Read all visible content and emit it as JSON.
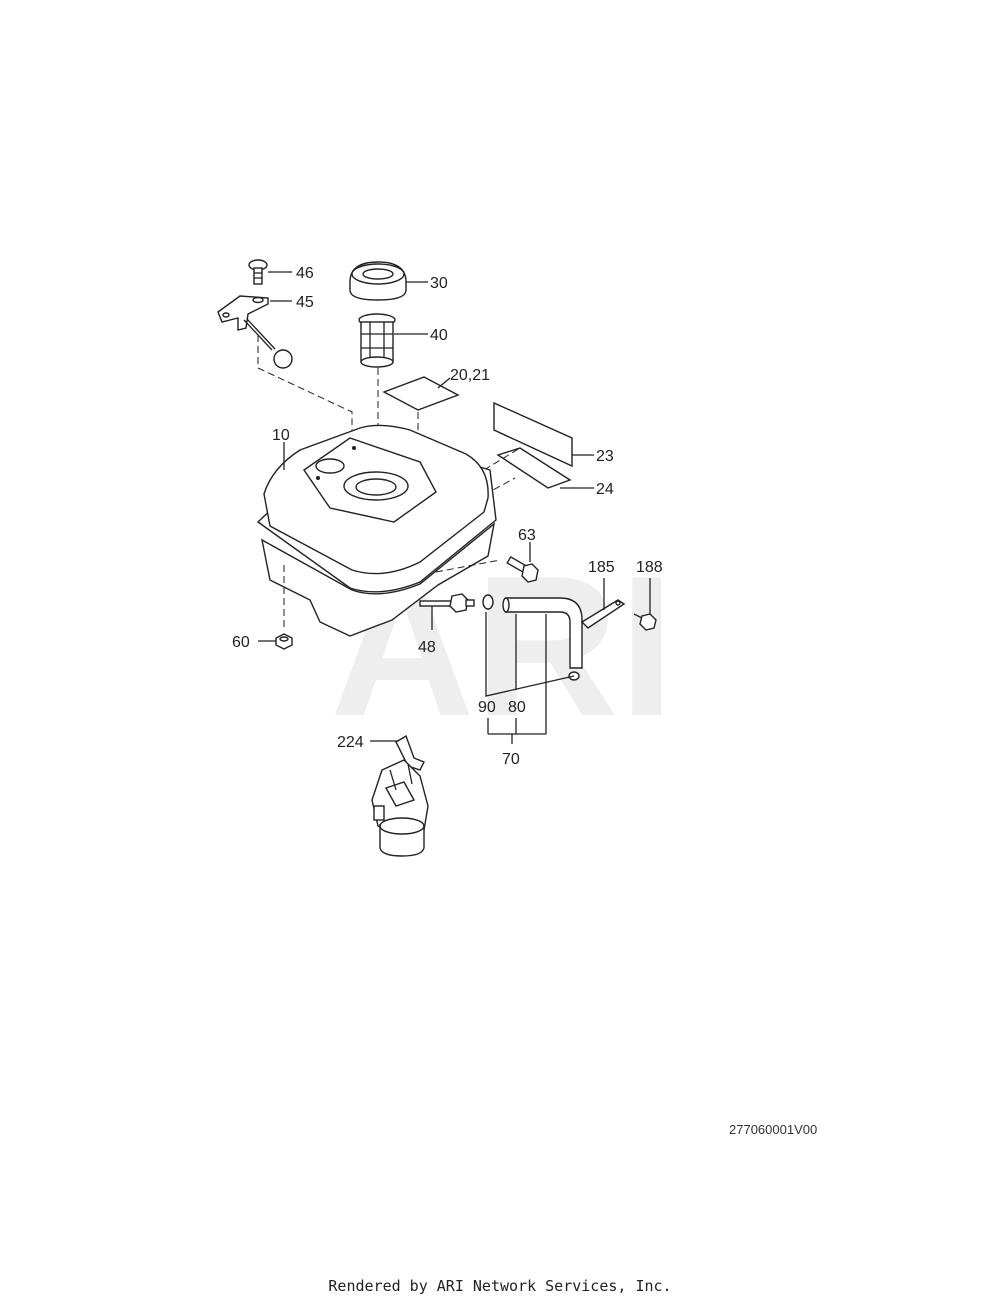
{
  "callouts": {
    "c46": "46",
    "c45": "45",
    "c30": "30",
    "c40": "40",
    "c20_21": "20,21",
    "c10": "10",
    "c23": "23",
    "c24": "24",
    "c63": "63",
    "c185": "185",
    "c188": "188",
    "c60": "60",
    "c48": "48",
    "c90": "90",
    "c80": "80",
    "c70": "70",
    "c224": "224"
  },
  "watermark": "ARI",
  "drawing_id": "277060001V00",
  "footer": "Rendered by ARI Network Services, Inc."
}
